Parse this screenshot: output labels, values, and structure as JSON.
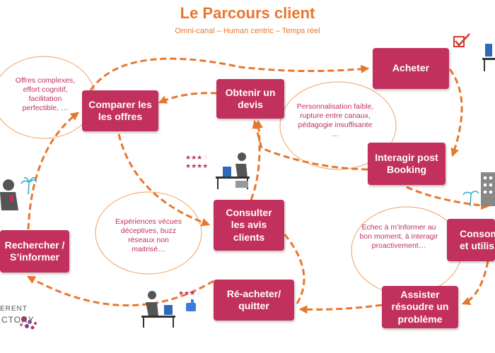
{
  "header": {
    "title": "Le Parcours client",
    "subtitle": "Omni-canal – Human centric – Temps réel"
  },
  "steps": {
    "comparer": "Comparer les les offres",
    "devis": "Obtenir un devis",
    "acheter": "Acheter",
    "interagir": "Interagir post Booking",
    "consulter": "Consulter les avis clients",
    "rechercher": "Rechercher / S’informer",
    "consommer": "Consom et utilis",
    "racheter": "Ré-acheter/ quitter",
    "assister": "Assister résoudre un problème"
  },
  "pain_points": {
    "offres": "Offres complexes, effort cognitif, facilitation perfectible, …",
    "personnalisation": "Personnalisation faible, rupture entre canaux, pédagogie insuffisante …",
    "experiences": "Expériences vécues déceptives, buzz réseaux non maitrisé…",
    "echec": "Echec à m’informer au bon moment, à interagir proactivement…"
  },
  "logo": {
    "line1": "ERENT",
    "line2": "CTORY"
  },
  "colors": {
    "box": "#c2305e",
    "arrow": "#e8772e",
    "ellipse": "#f0a060",
    "title": "#e8772e"
  },
  "icons": [
    "rating-stars-icon",
    "person-at-laptop-icon",
    "person-on-phone-icon",
    "palm-tree-icon",
    "checkbox-icon",
    "hotel-building-icon",
    "thumbs-up-icon"
  ]
}
